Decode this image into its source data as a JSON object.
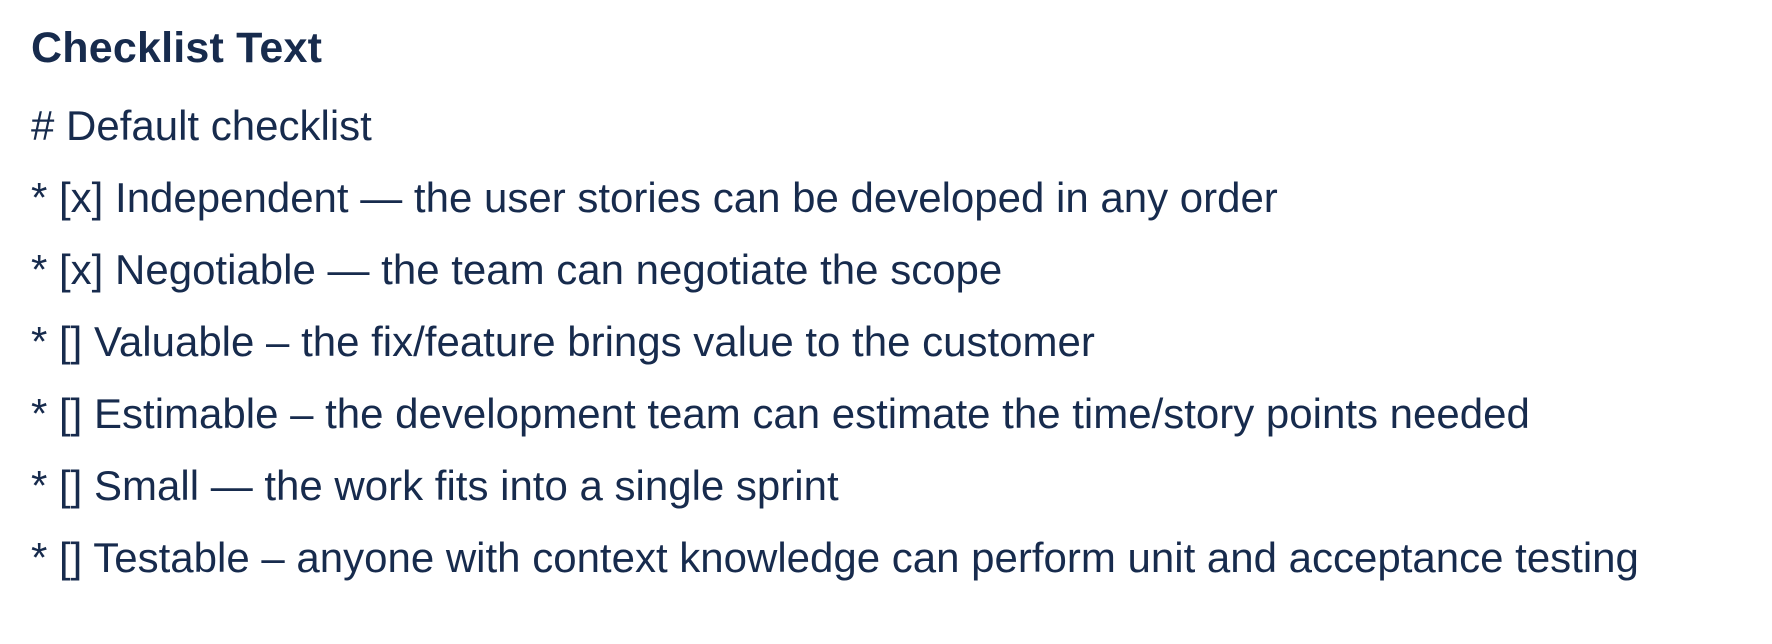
{
  "page": {
    "background_color": "#ffffff",
    "text_color": "#172B4D"
  },
  "field": {
    "label": "Checklist Text",
    "lines": [
      "# Default checklist",
      "* [x] Independent — the user stories can be developed in any order",
      "* [x] Negotiable — the team can negotiate the scope",
      "* [] Valuable – the fix/feature brings value to the customer",
      "* [] Estimable – the development team can estimate the time/story points needed",
      "* [] Small — the work fits into a single sprint",
      "* [] Testable – anyone with context knowledge can perform unit and acceptance testing"
    ]
  }
}
